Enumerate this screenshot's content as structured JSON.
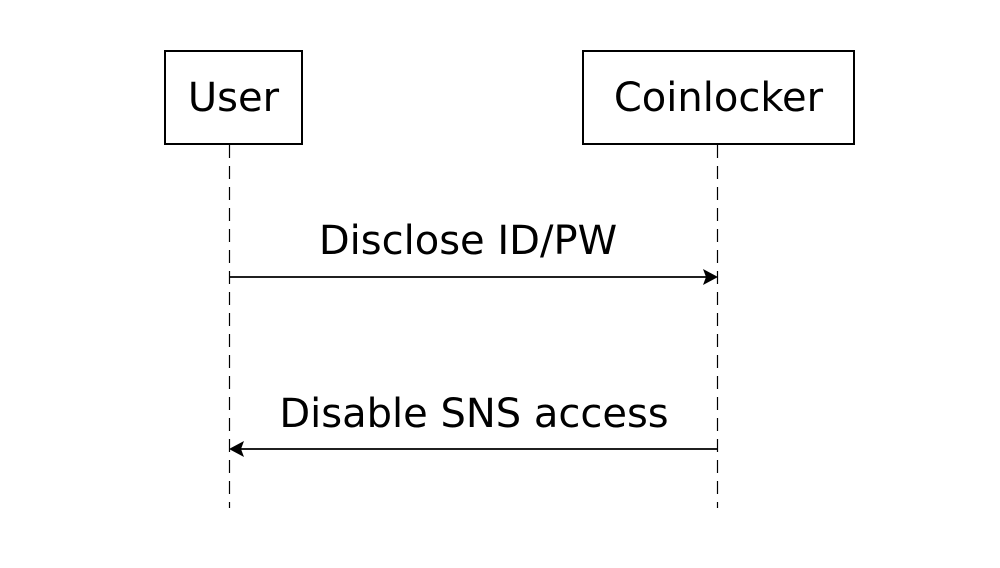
{
  "participants": [
    {
      "name": "User"
    },
    {
      "name": "Coinlocker"
    }
  ],
  "messages": [
    {
      "from": "User",
      "to": "Coinlocker",
      "label": "Disclose ID/PW"
    },
    {
      "from": "Coinlocker",
      "to": "User",
      "label": "Disable SNS access"
    }
  ]
}
